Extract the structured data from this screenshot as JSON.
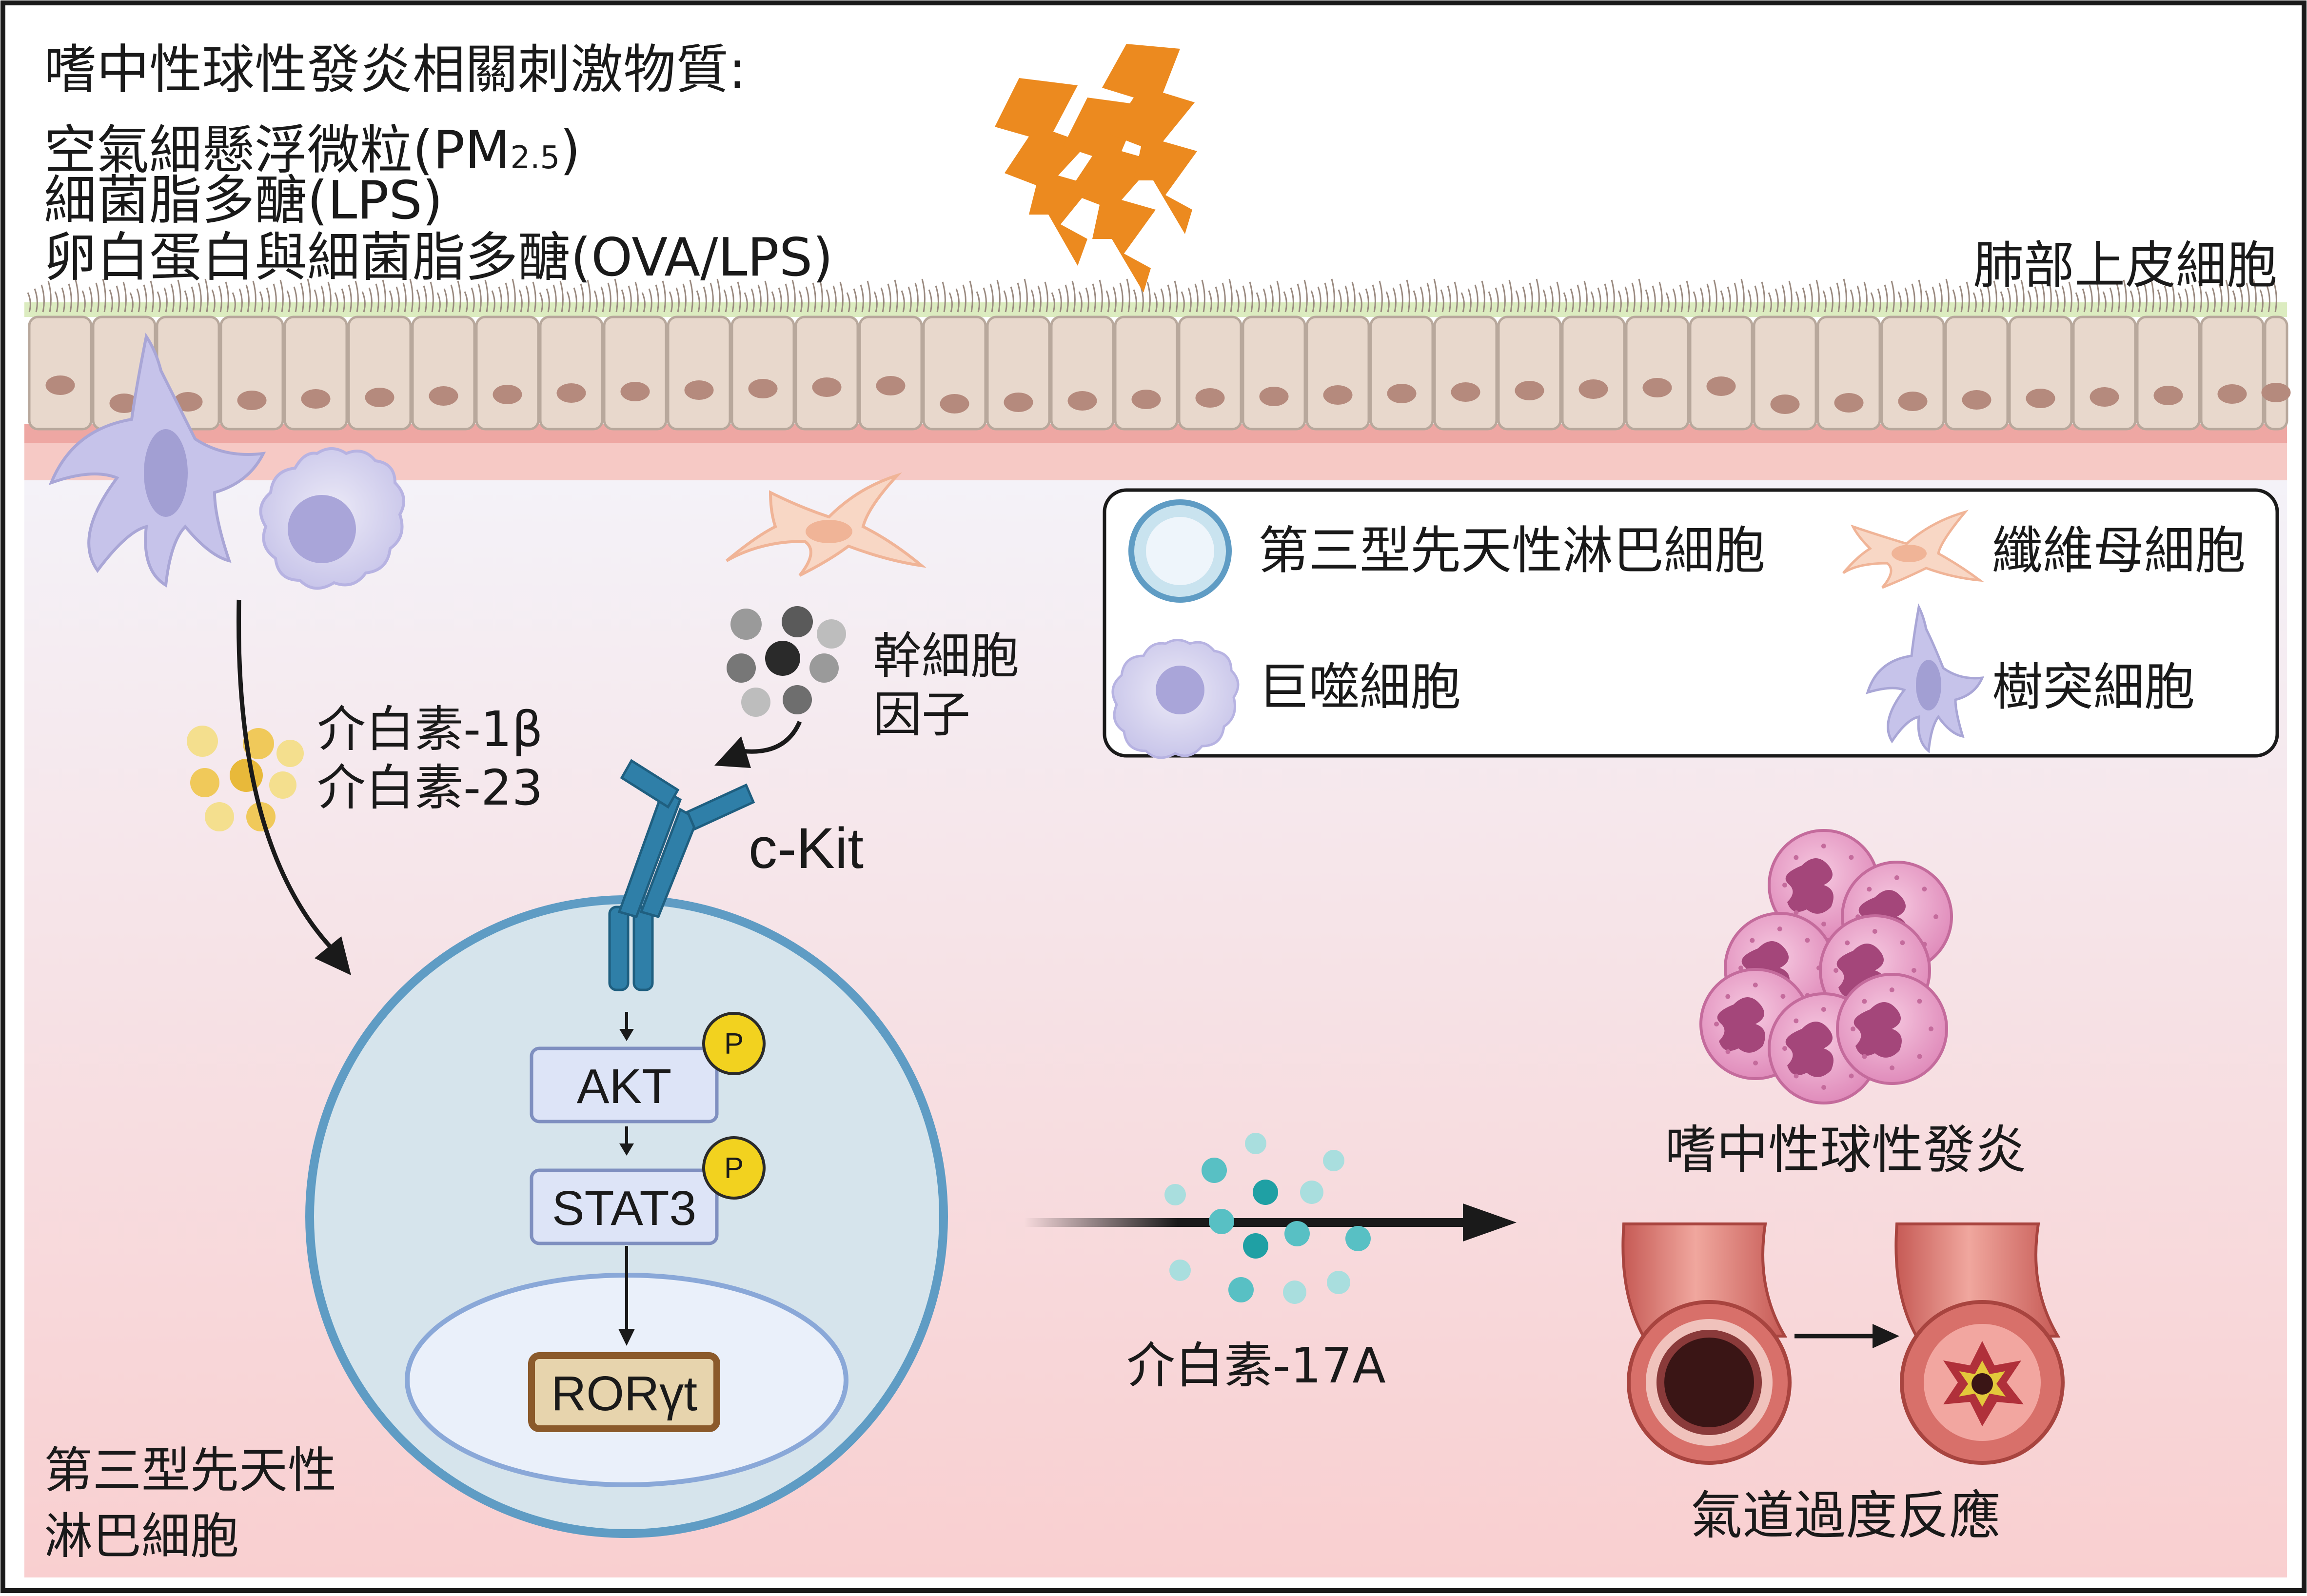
{
  "stimuli": {
    "heading": "嗜中性球性發炎相關刺激物質:",
    "item1_main": "空氣細懸浮微粒(PM",
    "item1_sub": "2.5",
    "item1_end": ")",
    "item2": "細菌脂多醣(LPS)",
    "item3": "卵白蛋白與細菌脂多醣(OVA/LPS)"
  },
  "epithelium_label": "肺部上皮細胞",
  "legend": {
    "ilc3": "第三型先天性淋巴細胞",
    "fibroblast": "纖維母細胞",
    "macrophage": "巨噬細胞",
    "dendritic": "樹突細胞"
  },
  "cytokines_il": {
    "line1": "介白素-1β",
    "line2": "介白素-23"
  },
  "scf": {
    "line1": "幹細胞",
    "line2": "因子"
  },
  "receptor_label": "c-Kit",
  "pathway": {
    "akt": "AKT",
    "stat3": "STAT3",
    "roryt": "RORγt",
    "phospho": "P"
  },
  "ilc3_cell_label": {
    "line1": "第三型先天性",
    "line2": "淋巴細胞"
  },
  "il17a_label": "介白素-17A",
  "neutrophil_label": "嗜中性球性發炎",
  "ahr_label": "氣道過度反應",
  "colors": {
    "lightning": "#ec8a1f",
    "ilc3_membrane": "#5f9cc4",
    "ilc3_fill": "#d6e4ec",
    "receptor": "#2f7fa8",
    "phospho": "#f2d21f",
    "roryt_fill": "#e7d4ad",
    "roryt_border": "#8b5a2b",
    "neutrophil": "#e59ac4",
    "il17a_dot": "#58c0c4",
    "il_dot": "#f0c95a",
    "scf_dot": "#6e6e6e",
    "airway": "#d8706a"
  }
}
